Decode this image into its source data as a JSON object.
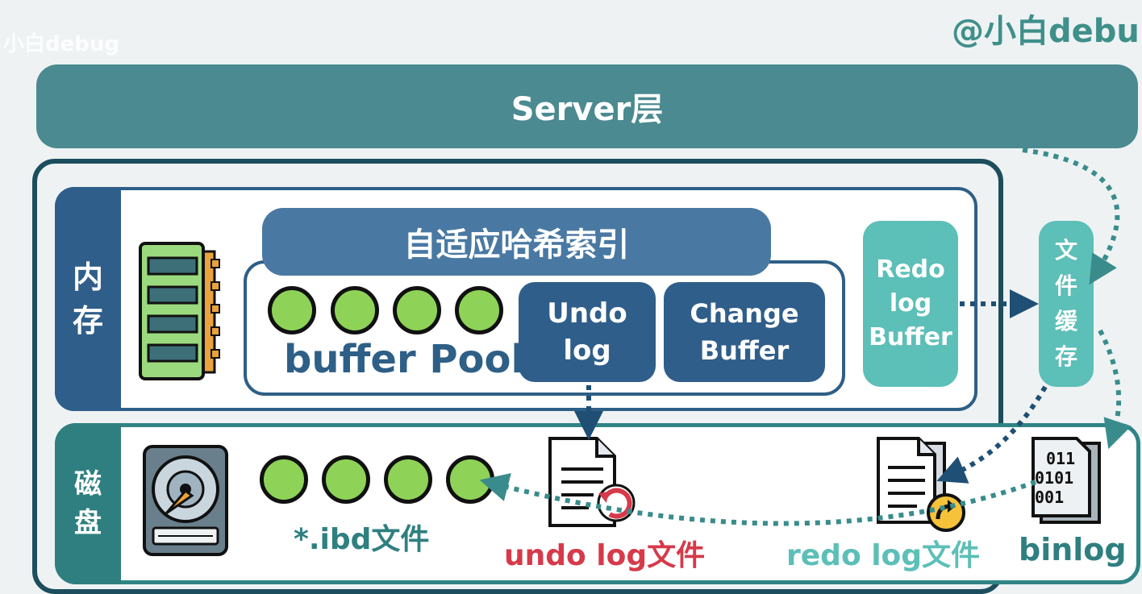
{
  "watermark": {
    "left": "小白debug",
    "right": "@小白debu"
  },
  "server": {
    "label": "Server层"
  },
  "memory": {
    "label_line1": "内",
    "label_line2": "存"
  },
  "disk": {
    "label_line1": "磁",
    "label_line2": "盘"
  },
  "adaptive_hash_index": {
    "label": "自适应哈希索引"
  },
  "buffer_pool": {
    "label": "buffer Pool"
  },
  "undo_log": {
    "line1": "Undo",
    "line2": "log"
  },
  "change_buffer": {
    "line1": "Change",
    "line2": "Buffer"
  },
  "redo_log_buffer": {
    "line1": "Redo",
    "line2": "log",
    "line3": "Buffer"
  },
  "file_cache": {
    "c1": "文",
    "c2": "件",
    "c3": "缓",
    "c4": "存"
  },
  "disk_files": {
    "ibd": "*.ibd文件",
    "undo": "undo log文件",
    "redo": "redo log文件",
    "binlog": "binlog",
    "binlog_bits": [
      "011",
      "0101",
      "001"
    ]
  },
  "colors": {
    "server": "#4a8a90",
    "memory": "#2f5e8a",
    "disk": "#2f7f80",
    "accent_teal": "#5cbfb8",
    "page_green": "#8ed357",
    "undo_red": "#d63a4a",
    "arrow_dark": "#1f4f74",
    "arrow_teal": "#3a8c8c"
  },
  "icons": {
    "ram": "ram-stick-icon",
    "hdd": "hard-disk-icon",
    "undo_doc": "document-undo-icon",
    "redo_doc": "document-redo-icon",
    "binlog_doc": "binary-file-icon"
  }
}
